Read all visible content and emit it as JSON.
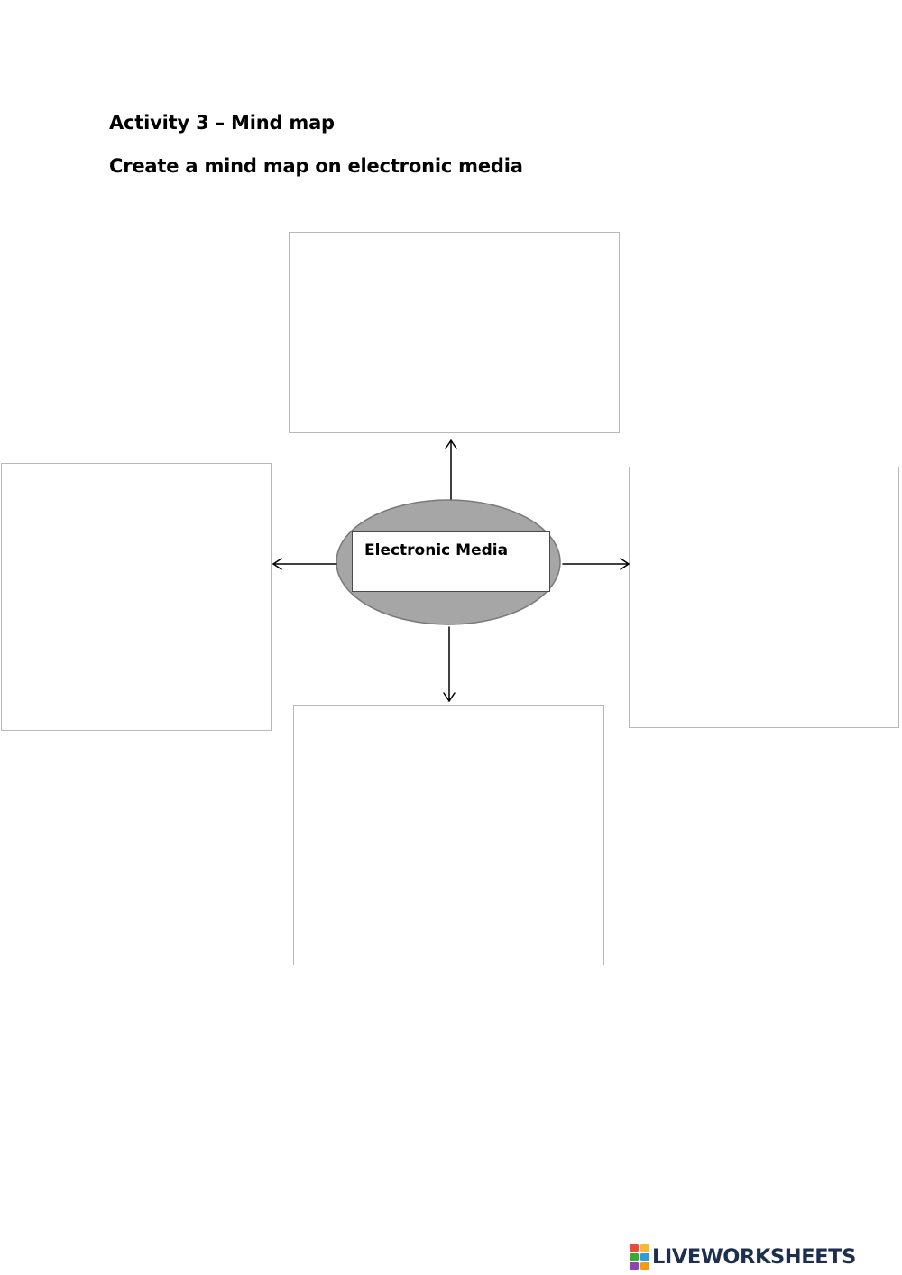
{
  "worksheet": {
    "title": "Activity 3 – Mind map",
    "instruction": "Create a mind map on electronic media"
  },
  "mind_map": {
    "center_label": "Electronic Media",
    "center_ellipse_color": "#a6a6a6",
    "branches": [
      "top",
      "left",
      "right",
      "bottom"
    ]
  },
  "branding": {
    "logo_icon": "liveworksheets-logo-icon",
    "logo_text": "LIVEWORKSHEETS",
    "text_color": "#1d2f4d",
    "logo_colors": [
      "#e94b3c",
      "#f7b733",
      "#3aaa35",
      "#2d9cdb",
      "#8e44ad",
      "#f39c12"
    ]
  }
}
